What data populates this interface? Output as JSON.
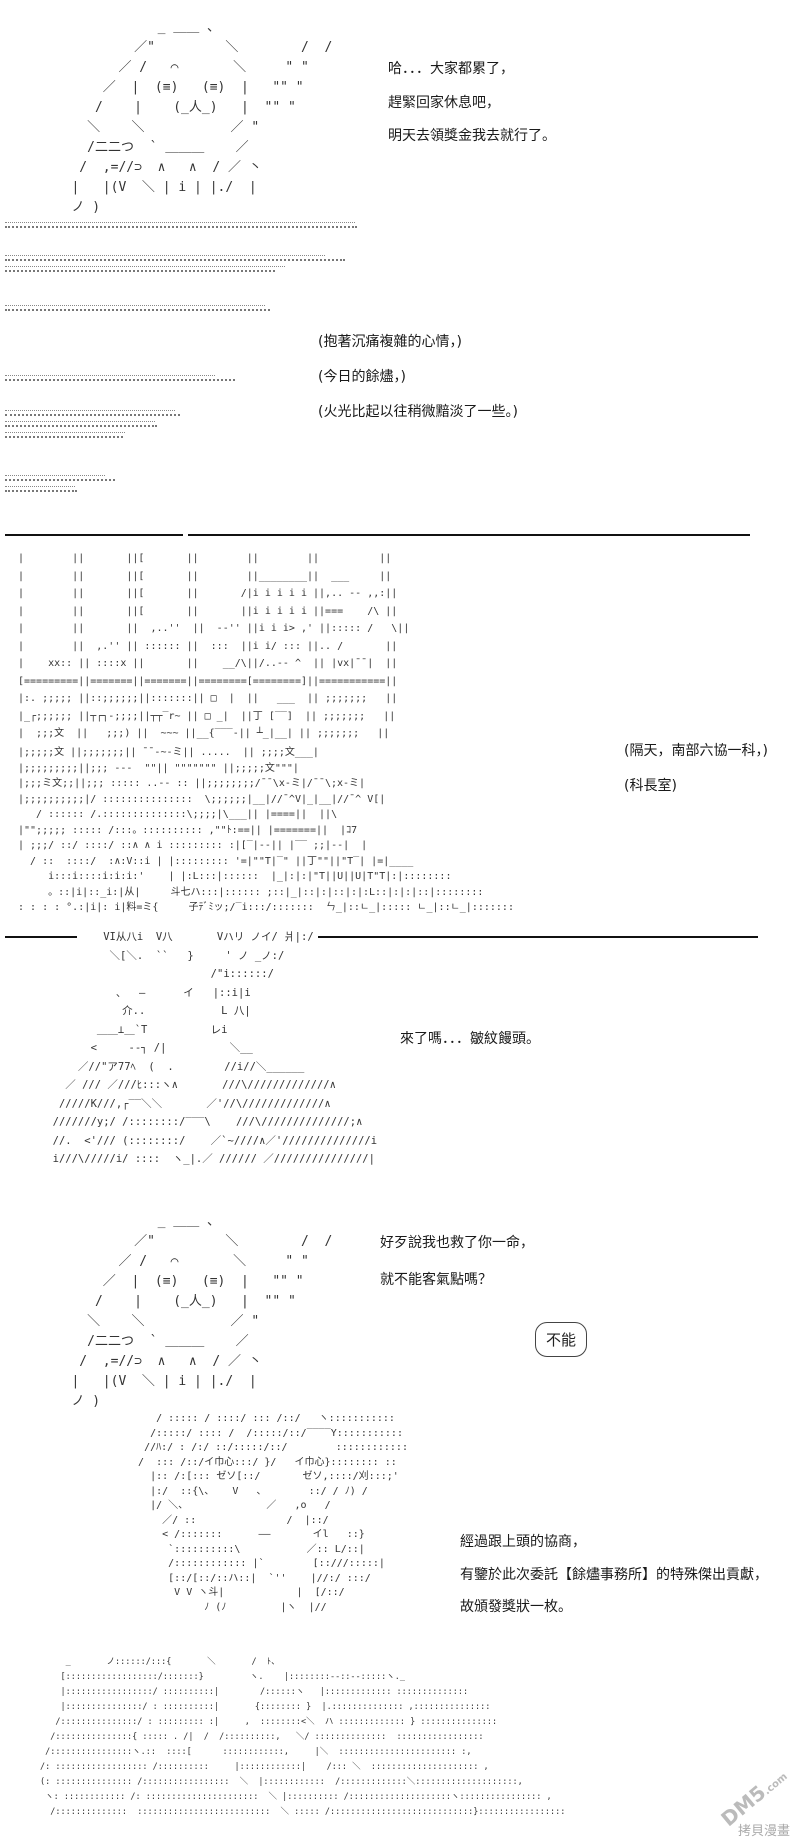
{
  "panels": [
    {
      "id": "panel-1",
      "dialogue": [
        "哈．．．大家都累了，",
        "趕緊回家休息吧，",
        "明天去領獎金我去就行了。"
      ]
    },
    {
      "id": "panel-2",
      "narration": [
        "(抱著沉痛複雜的心情，)",
        "(今日的餘燼，)",
        "(火光比起以往稍微黯淡了一些。)"
      ]
    },
    {
      "id": "panel-3",
      "narration": [
        "(隔天，南部六協一科，)",
        "(科長室)"
      ]
    },
    {
      "id": "panel-4",
      "dialogue": [
        "來了嗎．．．皺紋饅頭。"
      ]
    },
    {
      "id": "panel-5",
      "dialogue": [
        "好歹說我也救了你一命，",
        "就不能客氣點嗎？"
      ],
      "bubble": "不能"
    },
    {
      "id": "panel-6",
      "dialogue": [
        "經過跟上頭的協商，",
        "有鑒於此次委託【餘燼事務所】的特殊傑出貢獻，",
        "故頒發獎狀一枚。"
      ]
    }
  ],
  "watermark": {
    "logo": "DM5",
    "domain": ".com",
    "caption": "拷貝漫畫"
  },
  "art": {
    "char1": "              _ ＿＿ 、\n           ／\"         ＼        /  /\n         ／ /   ⌒       ＼     \" \"\n       ／  |  (≡)   (≡)  |   \"\" \"\n      /    |    (_人_)   |  \"\" \"\n     ＼    ＼           ／ \"\n     /二二つ  ` ＿＿＿    ／\n    /  ,=//⊃  ∧   ∧  / ／ 丶\n   |   |(V  ＼ | i | |./  |\n   ノ ) ",
    "city_top": "|        ||       ||[       ||        ||        ||          ||\n|        ||       ||[       ||        ||________||  ___     ||\n|        ||       ||[       ||       /|i i i i i ||,.. ‐- ,,:||\n|        ||       ||[       ||       ||i i i i i ||===    /\\ ||\n|        ||       ||  ,..''  ||  -‐'' ||i i i> ,' ||::::: /   \\||\n|        ||  ,.'' || :::::: ||  :::  ||i i/ ::: ||.. /       ||\n|    xx:: || ::::x ||       ||    __/\\||/..-- ^  || |vx|¯¯|  ||\n[=========||=======||=======||========[========]||===========||\n|:. ;;;;; ||::;;;;;;||:::::::|| □  |  ||   ___  || ;;;;;;;   ||\n|_┌;;;;;; ||┬┌┐-;;;;||┬┬‾r~ || □ _|  ||丁 [‾‾]  || ;;;;;;;   ||\n|  ;;;文  ||   ;;;) ||  ~~~ ||__{‾‾‾-|| ┴_|__| || ;;;;;;;   ||",
    "city_bottom": "|;;;;;文 ||;;;;;;;|| ¯¯-~-ミ|| .....  || ;;;;文___|\n|;;;;;;;;;||;;; -‐-  \"\"|| \"\"\"\"\"\"\" ||;;;;;文\"\"\"|\n|;;;ミ文;;||;;; ::::: ..-‐ :: ||;;;;;;;;/¯¯\\x-ミ|/¯¯\\;x-ミ|\n|;;;;;;;;;;|/ :::::::::::::::  \\;;;;;;|__|//¯^V|_|__|//¯^ V[|\n   / :::::: /.::::::::::::::\\;;;;|\\___|| |====||  ||\\\n|\"\";;;;; ::::: /:::。:::::::::: ,\"\"ﾄ:==|| |=======||  |ｺ7\n| ;;;/ ::/ ::::/ ::∧ ∧ i ::::::::: :|[‾|-‐|| |‾‾ ;;|‐‐|  |\n  / ::  ::::/  :∧:V::i | |::::::::: '=|\"\"T|‾\" ||丁\"\"||\"T‾| |=|____\n     i:::i::::i:i:i:'    | |:L:::|::::::  |_|:|:|\"T||U||U|T\"T|:|::::::::\n     。::|i|::_i:|从|     斗七ハ:::|:::::: ;::|_|::|:|::|:|:L::|:|:|::|::::::::\n: : : : °.:|i|: i|料=ミ{     子ﾃﾞﾐッ;/‾i:::/:::::::  ㄣ_|::ㄴ_|::::: ㄴ_|::ㄴ_|:::::::",
    "char2_top": "          VI从八i  V八       Vハリ ノイ/ 爿|:/\n           ＼[＼.  ``   }     ' ノ _ノ:/\n                           /\"i::::::/\n            、  ―      イ   |::i|i\n             介..            L 八|\n         ＿＿⊥＿`T          レi\n        <     ‐-┐ /|          ＼__\n      ／//\"ア77ﾍ  (  .        //i//＼______\n    ／ /// ／///ﾋ:::ヽ∧       ///\\/////////////∧\n   /////K///,┌‾‾＼＼       ／'//\\/////////////∧\n  ///////y;/ /::::::::/‾‾‾\\    ///\\//////////////;∧\n  //.  <'/// (::::::::/    ／`~////∧／'//////////////i\n  i///\\/////i/ ::::  ヽ_|.／ ////// ／///////////////|",
    "char3": "              _ ＿＿ 、\n           ／\"         ＼        /  /\n         ／ /   ⌒       ＼     \" \"\n       ／  |  (≡)   (≡)  |   \"\" \"\n      /    |    (_人_)   |  \"\" \"\n     ＼    ＼           ／ \"\n     /二二つ  ` ＿＿＿    ／\n    /  ,=//⊃  ∧   ∧  / ／ 丶\n   |   |(V  ＼ | i | |./  |\n   ノ ) ",
    "char4": "      / ::::: / ::::/ ::: /::/   ヽ:::::::::::\n     /:::::/ :::: /  /:::::/::/‾‾‾‾Y:::::::::::\n    //ﾊ:/ : /:/ ::/:::::/::/        ::::::::::::\n   /  ::: /::/イ巾心:::/ }/   イ巾心}:::::::: ::\n     |:: /:[::: ゼソ[::/       ゼソ,::::/刈:::;'\n     |:/  ::{\\、   V   、       ::/ / ﾉ) /\n     |/ ＼、             ／   ,o   /\n       ／/ ::               /  |::/\n       < /:::::::      ――       イl   ::}\n        `::::::::::\\           ／:: L/::|\n        /:::::::::::: |`        [::///:::::|\n        [::/[::/::ハ::|  `''    |//:/ :::/\n         V V ヽ斗|            |  [/::/\n              ﾉ (ﾉ         |ヽ  |//",
    "char4_body": "     _       ノ::::::/:::{       ＼       /  ﾄ、\n    [::::::::::::::::::/:::::::}         ヽ.    |::::::::‐-::‐-:::::ヽ._\n    |:::::::::::::::::/ ::::::::::|        /::::::ヽ   |::::::::::::: ::::::::::::::\n    |:::::::::::::::/ : ::::::::::|       {:::::::: }  |.:::::::::::::: ,:::::::::::::::\n   /:::::::::::::::/ : ::::::::: :|     ,  ::::::::<＼  ハ ::::::::::::: } :::::::::::::::\n  /:::::::::::::::{ ::::: . /|  /  /::::::::::,   ＼/ ::::::::::::::  :::::::::::::::::\n /::::::::::::::::ヽ.::  ::::[      ::::::::::::,     |＼  ::::::::::::::::::::::: :,\n/: :::::::::::::::::: /::::::::::     |::::::::::::|    /::: ＼  ::::::::::::::::::::: ,\n(: ::::::::::::::: /:::::::::::::::::  ＼  |::::::::::::  /:::::::::::::＼::::::::::::::::::::,\n ヽ: :::::::::::: /: ::::::::::::::::::::::  ＼ |:::::::::: /::::::::::::::::::::ヽ:::::::::::::::: ,\n  /::::::::::::::  ::::::::::::::::::::::::::  ＼ ::::: /::::::::::::::::::::::::::::}:::::::::::::::::"
  }
}
